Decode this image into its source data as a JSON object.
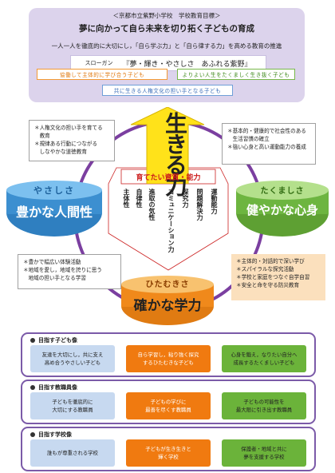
{
  "header": {
    "school_goal_label": "＜京都市立紫野小学校　学校教育目標＞",
    "goal": "夢に向かって自ら未来を切り拓く子どもの育成",
    "description": "一人一人を徹底的に大切にし，「自ら学ぶ力」と「自ら律する力」を高める教育の推進",
    "slogan_label": "スローガン",
    "slogan": "『夢・輝き・やさしさ　あふれる紫野』",
    "tags": {
      "orange": "協働して主体的に学び合う子ども",
      "green": "よりよい人生をたくましく生き抜く子ども",
      "blue": "共に生きる人権文化の担い手となる子ども"
    }
  },
  "diagram": {
    "ikiru": "生きる力",
    "center_title": "育てたい資質・能力",
    "qualities": [
      "主体性",
      "自律性",
      "進取の気性",
      "コミュニケーション力",
      "探究力",
      "問題解決力",
      "運動能力"
    ],
    "left": {
      "cap": "やさしさ",
      "body": "豊かな人間性"
    },
    "right": {
      "cap": "たくましさ",
      "body": "健やかな心身"
    },
    "bottom": {
      "cap": "ひたむきさ",
      "body": "確かな学力"
    },
    "top_left_box": [
      "＊人権文化の担い手を育てる",
      "　教育",
      "＊規律ある行動につながる",
      "　しなやかな道徳教育"
    ],
    "top_right_box": [
      "＊基本的・健康的で社会性のある",
      "　生活習慣の確立",
      "＊強い心身と高い運動能力の養成"
    ],
    "bottom_left_box": [
      "＊豊かで幅広い体験活動",
      "＊地域を愛し，地域を誇りに思う",
      "　地域の担い手となる学習"
    ],
    "bottom_right_box": [
      "＊主体的・対話的で深い学び",
      "＊スパイラルな探究活動",
      "＊学校と家庭をつなぐ自学自習",
      "＊安全と命を守る防災教育"
    ]
  },
  "bottom": [
    {
      "title": "目指す子ども像",
      "cells": [
        "友達を大切にし，共に支え\n高め合うやさしい子ども",
        "自ら学習し，粘り強く探究\nするひたむきな子ども",
        "心身を鍛え，なりたい自分へ\n成長するたくましい子ども"
      ]
    },
    {
      "title": "目指す教職員像",
      "cells": [
        "子どもを徹底的に\n大切にする教職員",
        "子どもの学びに\n最善を尽くす教職員",
        "子どもの可能性を\n最大限に引き出す教職員"
      ]
    },
    {
      "title": "目指す学校像",
      "cells": [
        "誰もが尊重される学校",
        "子どもが生き生きと\n輝く学校",
        "保護者・地域と共に\n夢を支援する学校"
      ]
    }
  ],
  "colors": {
    "header_bg": "#dcd3ec",
    "ring": "#7b3fa0",
    "arrow": "#ffe21a",
    "left_cylinder": "#3c8fd0",
    "right_cylinder": "#6db540",
    "bottom_cylinder": "#f0891b",
    "accent_red": "#cc1b1b"
  }
}
